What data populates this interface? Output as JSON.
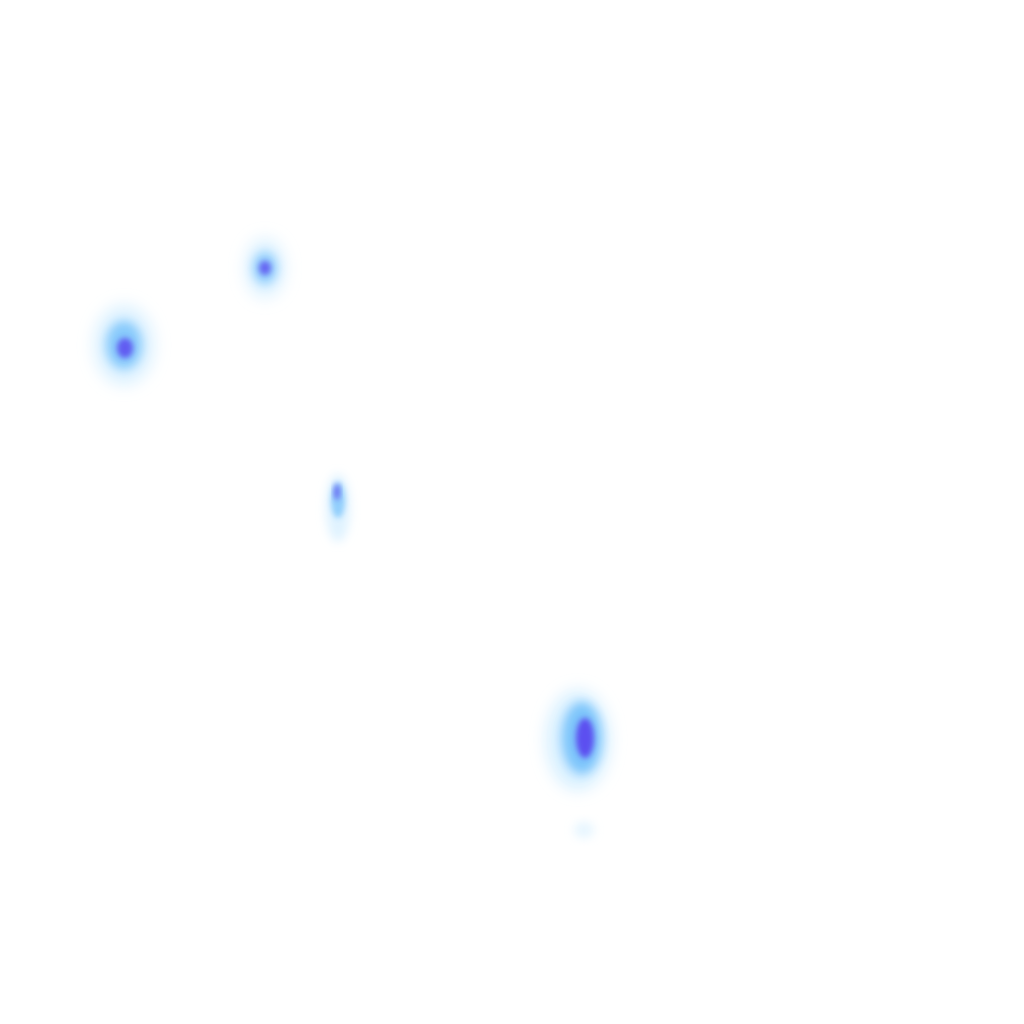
{
  "heatmap": {
    "colors": {
      "background": "#ffffff",
      "low": "#d6efff",
      "mid": "#7cc4fb",
      "high": "#5b4ef0"
    },
    "hotspots": [
      {
        "id": "upper-left",
        "intensity": 0.75
      },
      {
        "id": "upper-center",
        "intensity": 0.6
      },
      {
        "id": "center",
        "intensity": 0.55
      },
      {
        "id": "lower-right",
        "intensity": 0.95
      },
      {
        "id": "lower-right-tail",
        "intensity": 0.25
      }
    ]
  }
}
